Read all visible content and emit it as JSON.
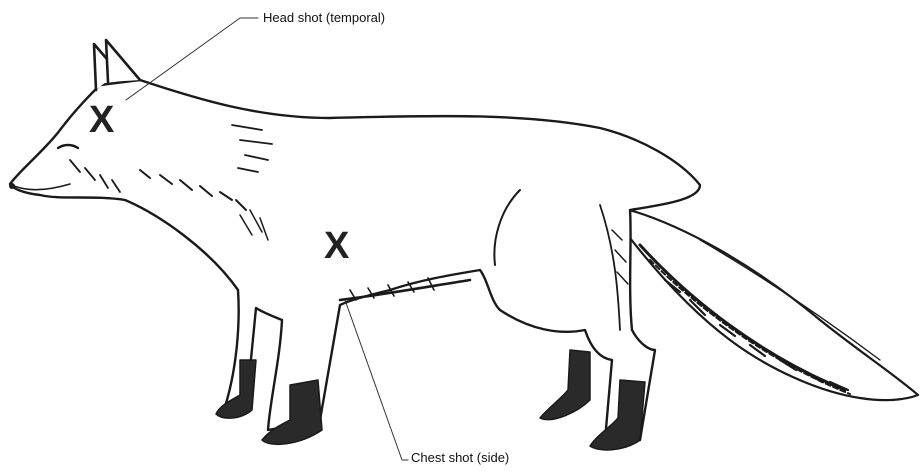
{
  "diagram": {
    "labels": {
      "head": "Head shot (temporal)",
      "chest": "Chest shot (side)"
    },
    "markers": {
      "head": "X",
      "chest": "X"
    },
    "colors": {
      "ink": "#1a1a1a",
      "fill": "#ffffff",
      "dark_legs": "#2a2a2a"
    }
  }
}
